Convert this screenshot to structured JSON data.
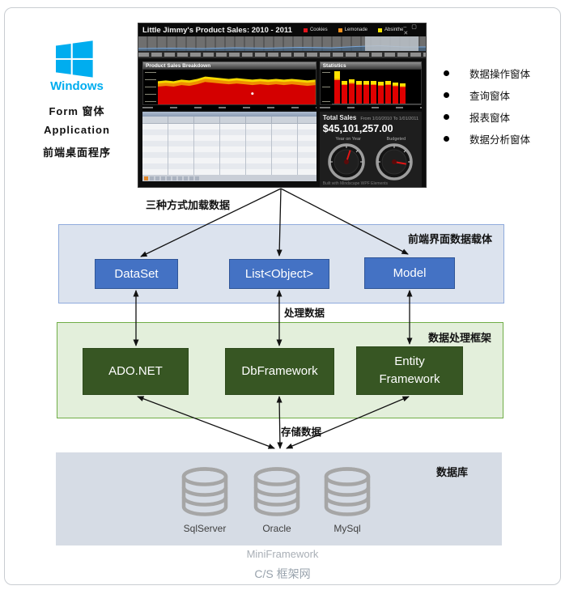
{
  "page": {
    "footer_brand": "MiniFramework",
    "footer_site": "C/S 框架网"
  },
  "client": {
    "windows": "Windows",
    "lines": [
      "Form 窗体",
      "Application",
      "前端桌面程序"
    ]
  },
  "window_types": [
    "数据操作窗体",
    "查询窗体",
    "报表窗体",
    "数据分析窗体"
  ],
  "flow": {
    "load": "三种方式加载数据",
    "process": "处理数据",
    "store": "存储数据"
  },
  "dashboard": {
    "title": "Little Jimmy's Product Sales: 2010 - 2011",
    "legend": [
      {
        "label": "Cookies",
        "color": "#e3131b"
      },
      {
        "label": "Lemonade",
        "color": "#f6921e"
      },
      {
        "label": "Absinthe",
        "color": "#f7e400"
      }
    ],
    "controls": "–  ▢  ✕",
    "breakdown_title": "Product Sales Breakdown",
    "statistics": {
      "title": "Statistics",
      "bars": [
        1.0,
        0.71,
        0.75,
        0.71,
        0.69,
        0.69,
        0.68,
        0.69,
        0.64,
        0.62
      ]
    },
    "total_sales": {
      "label": "Total Sales",
      "range": "From 1/10/2010   To 1/01/2011",
      "value": "$45,101,257.00",
      "gauge_left": "Year on Year",
      "gauge_right": "Budgeted",
      "footer": "Built with Mindscape WPF Elements"
    }
  },
  "carrier_layer": {
    "title": "前端界面数据载体",
    "items": [
      "DataSet",
      "List<Object>",
      "Model"
    ]
  },
  "process_layer": {
    "title": "数据处理框架",
    "items": [
      "ADO.NET",
      "DbFramework",
      "Entity Framework"
    ]
  },
  "db_layer": {
    "title": "数据库",
    "items": [
      "SqlServer",
      "Oracle",
      "MySql"
    ]
  },
  "colors": {
    "windows_blue": "#00adef",
    "carrier_fill": "#dce3ee",
    "carrier_border": "#8faadc",
    "carrier_node": "#4472c4",
    "process_fill": "#e3efdb",
    "process_border": "#70ad47",
    "process_node": "#375623",
    "db_fill": "#d6dce5",
    "cylinder": "#a6a6a6",
    "cookies_red": "#e3131b",
    "lemonade_orange": "#f6921e",
    "absinthe_yellow": "#f7e400"
  }
}
